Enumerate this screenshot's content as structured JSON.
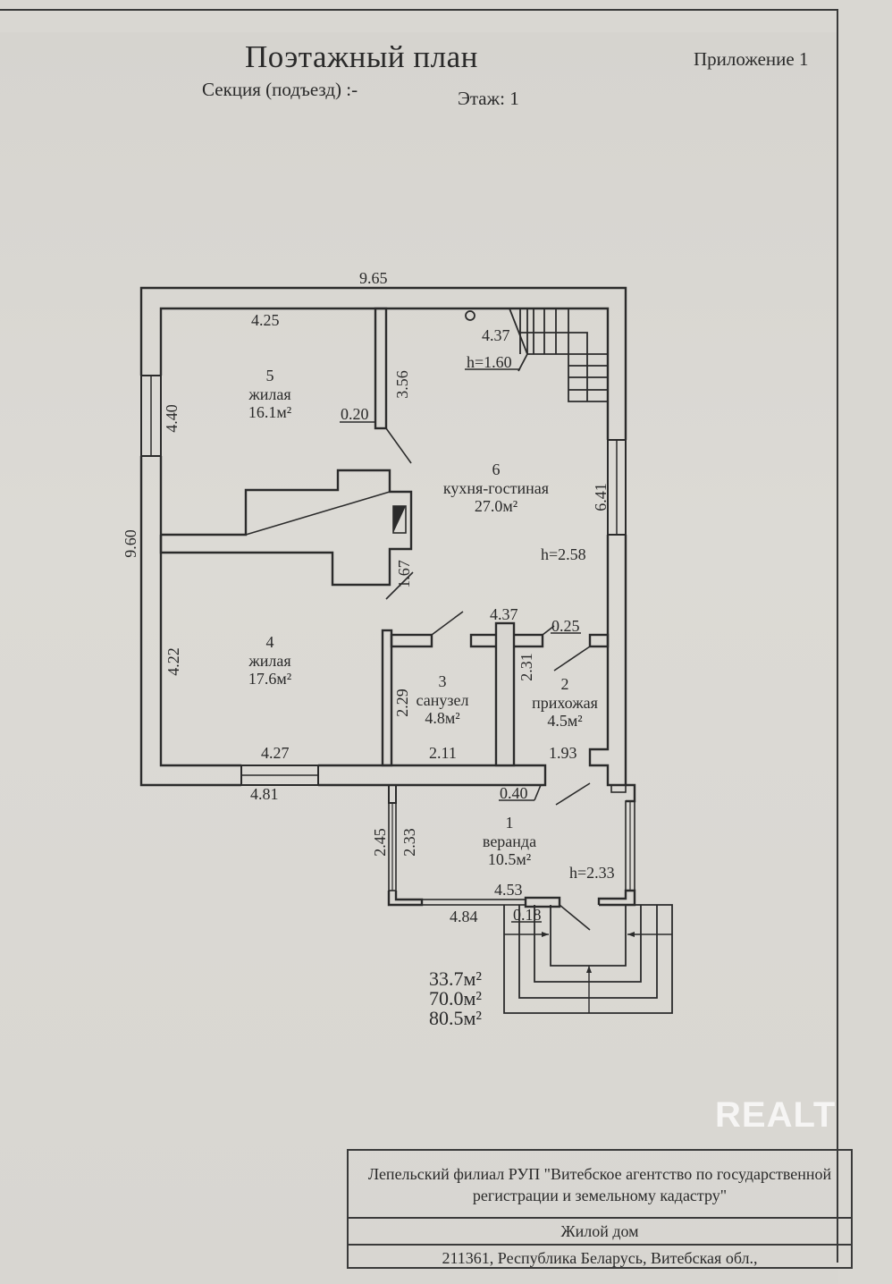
{
  "header": {
    "title": "Поэтажный план",
    "appendix": "Приложение 1",
    "section": "Секция (подъезд) :-",
    "floor": "Этаж: 1"
  },
  "rooms": [
    {
      "number": "1",
      "name": "веранда",
      "area": "10.5м²",
      "height": "h=2.33"
    },
    {
      "number": "2",
      "name": "прихожая",
      "area": "4.5м²"
    },
    {
      "number": "3",
      "name": "санузел",
      "area": "4.8м²"
    },
    {
      "number": "4",
      "name": "жилая",
      "area": "17.6м²"
    },
    {
      "number": "5",
      "name": "жилая",
      "area": "16.1м²"
    },
    {
      "number": "6",
      "name": "кухня-гостиная",
      "area": "27.0м²",
      "height": "h=2.58"
    }
  ],
  "stair_height": "h=1.60",
  "dimensions": {
    "overall_width": "9.65",
    "overall_height": "9.60",
    "room5_width": "4.25",
    "room5_height": "4.40",
    "wall_thickness_1": "0.20",
    "partition_height": "3.56",
    "room6_top": "4.37",
    "room6_side": "6.41",
    "stove_dim": "1.67",
    "room4_height": "4.22",
    "room4_width": "4.27",
    "outer_bottom_left": "4.81",
    "corridor_width": "4.37",
    "wall_thickness_2": "0.25",
    "bath_height": "2.29",
    "bath_partition": "2.31",
    "bath_width": "2.11",
    "hall_width": "1.93",
    "wall_thickness_3": "0.40",
    "veranda_outer_h": "2.45",
    "veranda_inner_h": "2.33",
    "veranda_width": "4.53",
    "veranda_outer_w": "4.84",
    "wall_thickness_4": "0.18"
  },
  "totals": [
    "33.7м²",
    "70.0м²",
    "80.5м²"
  ],
  "stamp": {
    "organization": "Лепельский филиал РУП \"Витебское агентство по государственной регистрации и земельному кадастру\"",
    "object": "Жилой дом",
    "address": "211361, Республика Беларусь, Витебская обл.,"
  },
  "watermark": "REALT",
  "colors": {
    "paper": "#d9d7d2",
    "ink": "#2a2a2a"
  }
}
